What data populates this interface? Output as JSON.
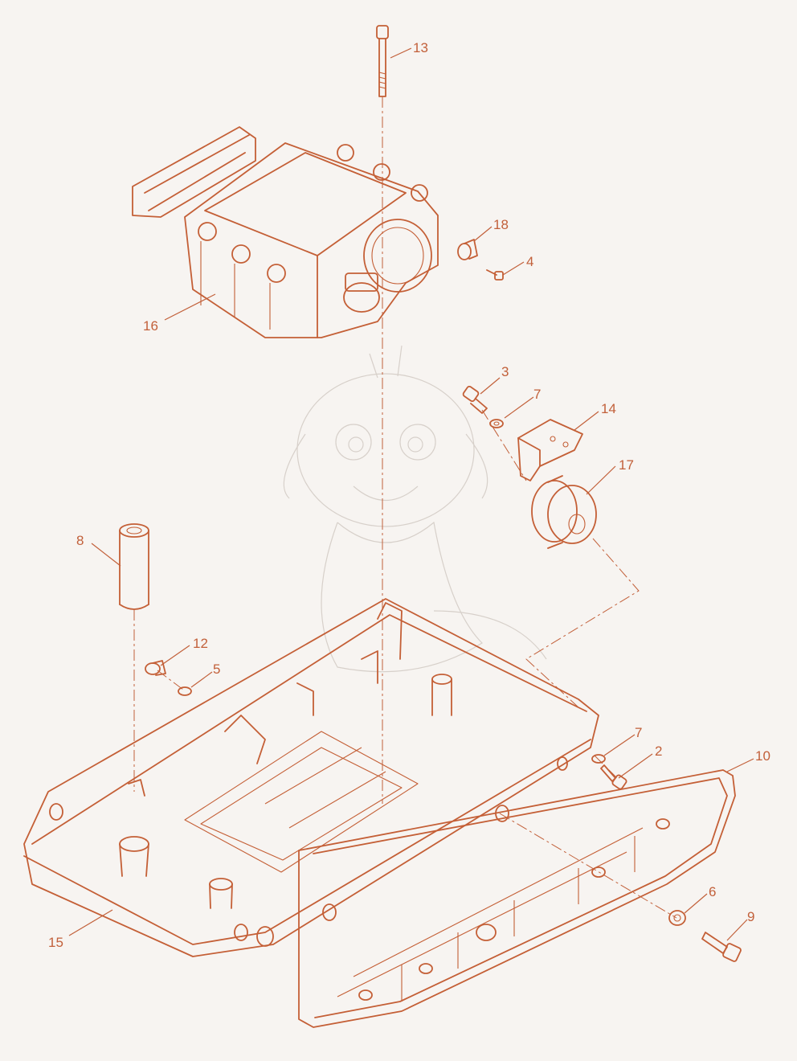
{
  "colors": {
    "line": "#c45f36",
    "background": "#f7f4f1",
    "watermark": "#d7d0ca"
  },
  "callouts": [
    {
      "id": "c13",
      "label": "13"
    },
    {
      "id": "c18",
      "label": "18"
    },
    {
      "id": "c4",
      "label": "4"
    },
    {
      "id": "c16",
      "label": "16"
    },
    {
      "id": "c3",
      "label": "3"
    },
    {
      "id": "c7a",
      "label": "7"
    },
    {
      "id": "c14",
      "label": "14"
    },
    {
      "id": "c17",
      "label": "17"
    },
    {
      "id": "c8",
      "label": "8"
    },
    {
      "id": "c12",
      "label": "12"
    },
    {
      "id": "c5",
      "label": "5"
    },
    {
      "id": "c7b",
      "label": "7"
    },
    {
      "id": "c2",
      "label": "2"
    },
    {
      "id": "c10",
      "label": "10"
    },
    {
      "id": "c6",
      "label": "6"
    },
    {
      "id": "c9",
      "label": "9"
    },
    {
      "id": "c15",
      "label": "15"
    }
  ]
}
